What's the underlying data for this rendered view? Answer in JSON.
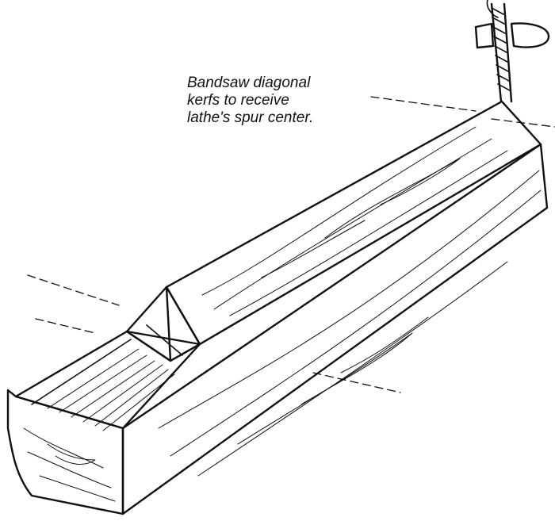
{
  "caption": {
    "lines": [
      "Bandsaw diagonal",
      "kerfs to receive",
      "lathe's spur center."
    ]
  },
  "colors": {
    "ink": "#111111",
    "paper": "#ffffff"
  },
  "icons": {
    "tool": "bandsaw-blade-icon"
  }
}
